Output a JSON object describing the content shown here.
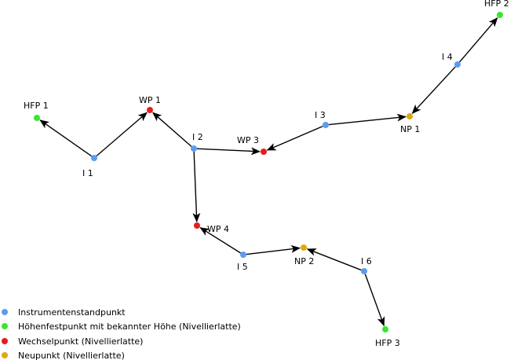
{
  "colors": {
    "instrument": "#5b9cf0",
    "hfp": "#36e82c",
    "wp": "#e81c1c",
    "np": "#e0a80e",
    "edge": "#000000"
  },
  "nodes": {
    "hfp1": {
      "label": "HFP 1",
      "type": "hfp"
    },
    "i1": {
      "label": "I 1",
      "type": "instrument"
    },
    "wp1": {
      "label": "WP 1",
      "type": "wp"
    },
    "i2": {
      "label": "I 2",
      "type": "instrument"
    },
    "wp3": {
      "label": "WP 3",
      "type": "wp"
    },
    "i3": {
      "label": "I 3",
      "type": "instrument"
    },
    "np1": {
      "label": "NP 1",
      "type": "np"
    },
    "i4": {
      "label": "I 4",
      "type": "instrument"
    },
    "hfp2": {
      "label": "HFP 2",
      "type": "hfp"
    },
    "wp4": {
      "label": "WP 4",
      "type": "wp"
    },
    "i5": {
      "label": "I 5",
      "type": "instrument"
    },
    "np2": {
      "label": "NP 2",
      "type": "np"
    },
    "i6": {
      "label": "I 6",
      "type": "instrument"
    },
    "hfp3": {
      "label": "HFP 3",
      "type": "hfp"
    }
  },
  "edges": [
    {
      "from": "i1",
      "to": "hfp1"
    },
    {
      "from": "i1",
      "to": "wp1"
    },
    {
      "from": "i2",
      "to": "wp1"
    },
    {
      "from": "i2",
      "to": "wp3"
    },
    {
      "from": "i2",
      "to": "wp4"
    },
    {
      "from": "i3",
      "to": "wp3"
    },
    {
      "from": "i3",
      "to": "np1"
    },
    {
      "from": "i4",
      "to": "np1"
    },
    {
      "from": "i4",
      "to": "hfp2"
    },
    {
      "from": "i5",
      "to": "wp4"
    },
    {
      "from": "i5",
      "to": "np2"
    },
    {
      "from": "i6",
      "to": "np2"
    },
    {
      "from": "i6",
      "to": "hfp3"
    }
  ],
  "legend": {
    "instrument": "Instrumentenstandpunkt",
    "hfp": "Höhenfestpunkt mit bekannter Höhe (Nivellierlatte)",
    "wp": "Wechselpunkt (Nivellierlatte)",
    "np": "Neupunkt (Nivellierlatte)"
  }
}
